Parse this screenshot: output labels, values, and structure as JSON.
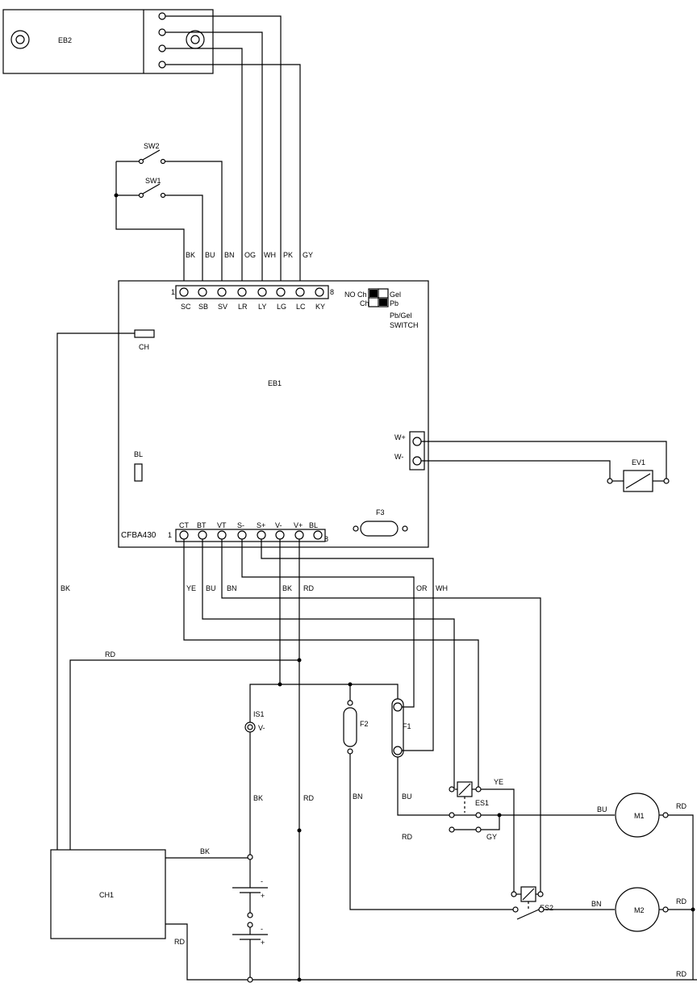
{
  "components": {
    "eb1": "EB1",
    "eb2": "EB2",
    "board_model": "CFBA430",
    "sw1": "SW1",
    "sw2": "SW2",
    "ch": "CH",
    "bl": "BL",
    "f1": "F1",
    "f2": "F2",
    "f3": "F3",
    "ev1": "EV1",
    "es1": "ES1",
    "es2": "ES2",
    "m1": "M1",
    "m2": "M2",
    "ch1": "CH1",
    "is1": "IS1",
    "is1_pin": "V-"
  },
  "top_connector": {
    "pin_first": "1",
    "pin_last": "8",
    "terminals": [
      "SC",
      "SB",
      "SV",
      "LR",
      "LY",
      "LG",
      "LC",
      "KY"
    ],
    "wires": [
      "BK",
      "BU",
      "BN",
      "OG",
      "WH",
      "PK",
      "GY"
    ]
  },
  "bottom_connector": {
    "pin_first": "1",
    "pin_last": "8",
    "terminals": [
      "CT",
      "BT",
      "VT",
      "S-",
      "S+",
      "V-",
      "V+",
      "BL"
    ]
  },
  "switch_panel": {
    "no_ch": "NO Ch",
    "ch": "Ch",
    "gel": "Gel",
    "pb": "Pb",
    "title_1": "Pb/Gel",
    "title_2": "SWITCH"
  },
  "w_terminals": [
    "W+",
    "W-"
  ],
  "wire_labels": {
    "bk": "BK",
    "bu": "BU",
    "bn": "BN",
    "rd": "RD",
    "ye": "YE",
    "or": "OR",
    "wh": "WH",
    "gy": "GY"
  },
  "battery_polarity": {
    "minus": "-",
    "plus": "+"
  }
}
